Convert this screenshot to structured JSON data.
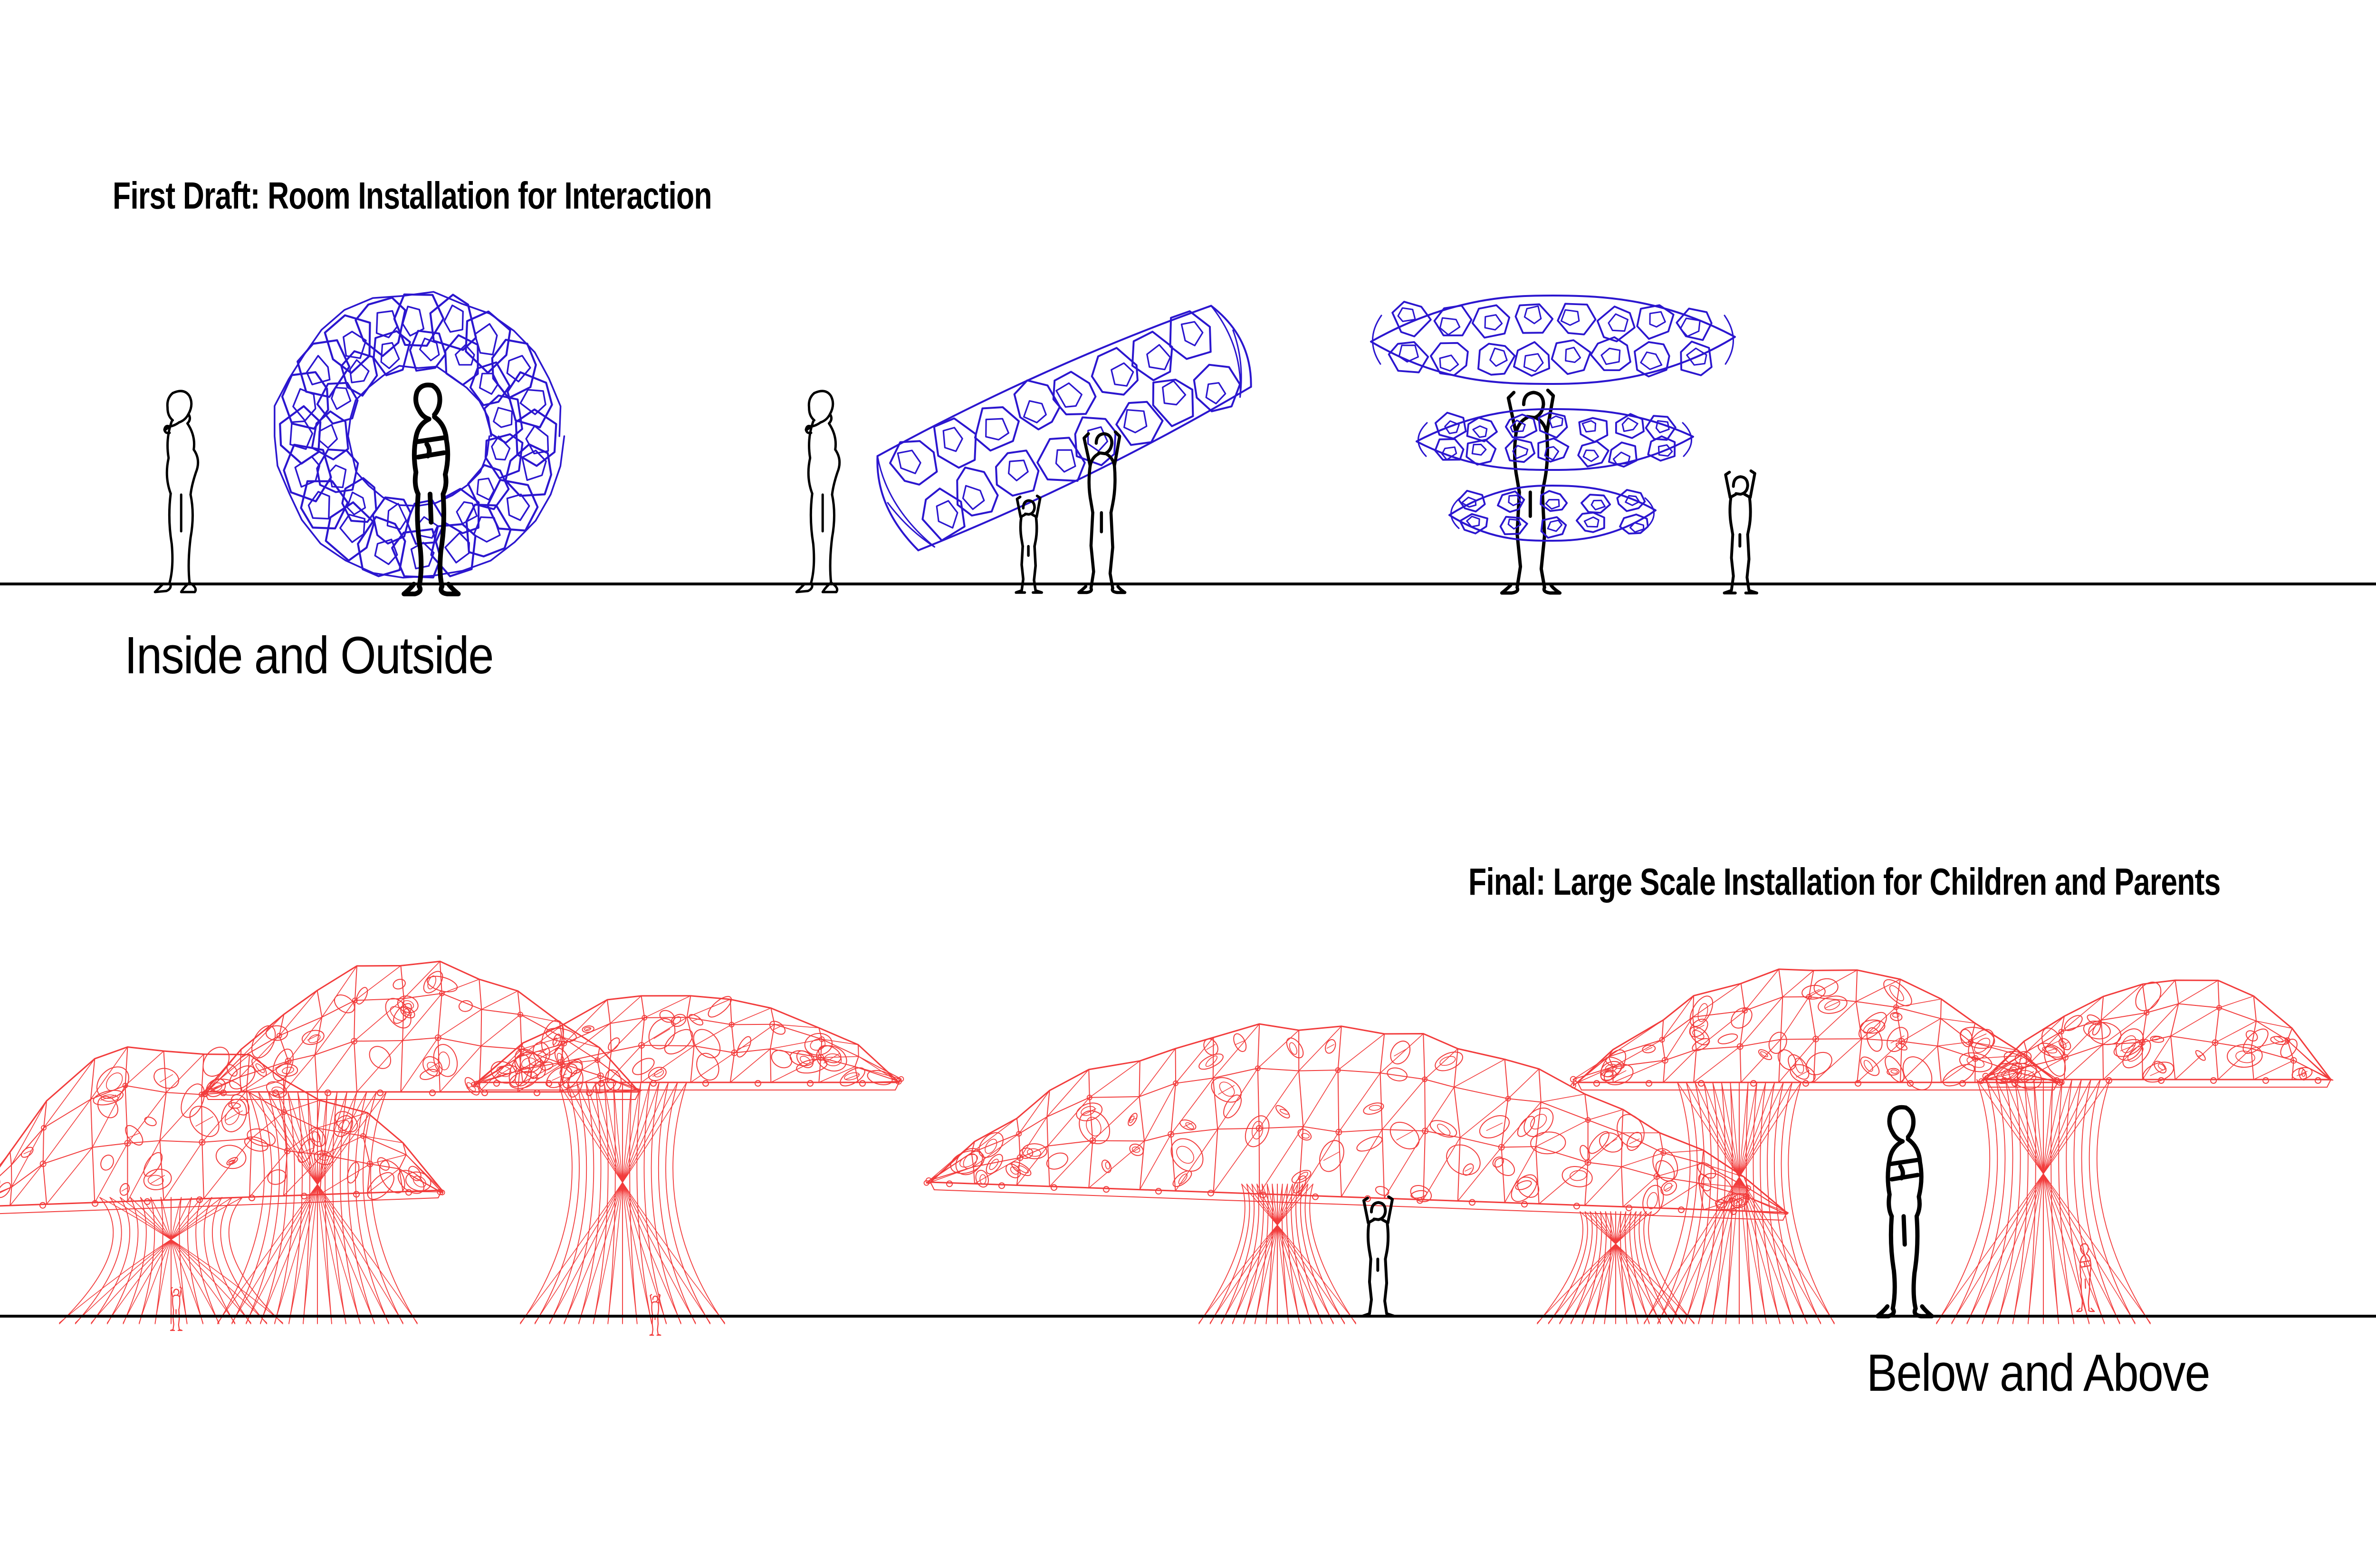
{
  "board": {
    "background": "#ffffff"
  },
  "palette": {
    "ink": "#000000",
    "module_blue": "#2b16cf",
    "structure_red": "#f23c3c"
  },
  "sections": [
    {
      "id": "first-draft",
      "title": "First Draft: Room Installation for Interaction",
      "caption": "Inside and Outside"
    },
    {
      "id": "final",
      "title": "Final: Large Scale Installation for Children and Parents",
      "caption": "Below and Above"
    }
  ]
}
